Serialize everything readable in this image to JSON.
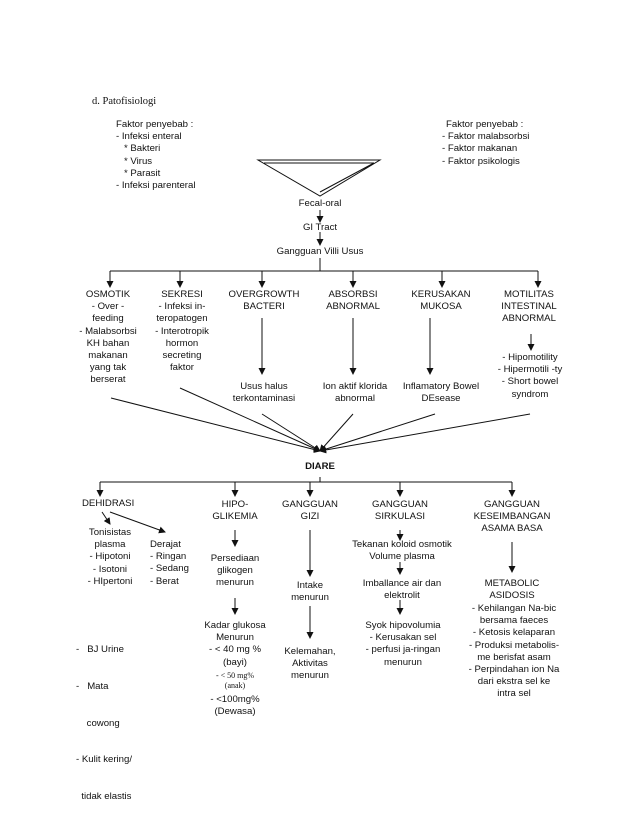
{
  "heading": "d.   Patofisiologi",
  "causes_left": {
    "title": "Faktor penyebab :",
    "lines": [
      "- Infeksi enteral",
      "   * Bakteri",
      "   * Virus",
      "   * Parasit",
      "- Infeksi parenteral"
    ]
  },
  "causes_right": {
    "title": "Faktor penyebab :",
    "lines": [
      "- Faktor malabsorbsi",
      "- Faktor makanan",
      "- Faktor psikologis"
    ]
  },
  "chain": [
    "Fecal-oral",
    "GI Tract",
    "Gangguan Villi Usus"
  ],
  "mechanisms": [
    {
      "title": [
        "OSMOTIK"
      ],
      "desc": [
        "- Over    -",
        "feeding",
        "- Malabsorbsi",
        "KH bahan",
        "makanan",
        "yang tak",
        "berserat"
      ]
    },
    {
      "title": [
        "SEKRESI"
      ],
      "desc": [
        "- Infeksi in-",
        "teropatogen",
        "- Interotropik",
        "hormon",
        "secreting",
        "faktor"
      ]
    },
    {
      "title": [
        "OVERGROWTH",
        "BACTERI"
      ],
      "desc": [
        "Usus halus",
        "terkontaminasi"
      ]
    },
    {
      "title": [
        "ABSORBSI",
        "ABNORMAL"
      ],
      "desc": [
        "Ion aktif klorida",
        "abnormal"
      ]
    },
    {
      "title": [
        "KERUSAKAN",
        "MUKOSA"
      ],
      "desc": [
        "Inflamatory Bowel",
        "DEsease"
      ]
    },
    {
      "title": [
        "MOTILITAS",
        "INTESTINAL",
        "ABNORMAL"
      ],
      "desc": [
        "- Hipomotility",
        "- Hipermotili -ty",
        "- Short bowel",
        "syndrom"
      ]
    }
  ],
  "center": "DIARE",
  "effects": {
    "dehidrasi": {
      "title": "DEHIDRASI",
      "tonisitas": [
        "Tonisistas",
        "plasma",
        "- Hipotoni",
        "- Isotoni",
        "- HIpertoni"
      ],
      "derajat": [
        "Derajat",
        "- Ringan",
        "- Sedang",
        "- Berat"
      ],
      "signs": [
        "-   BJ Urine",
        "-   Mata",
        "    cowong",
        "- Kulit kering/",
        "  tidak elastis"
      ]
    },
    "hipoglikemia": {
      "title": [
        "HIPO-",
        "GLIKEMIA"
      ],
      "step1": [
        "Persediaan",
        "glikogen",
        "menurun"
      ],
      "step2a": [
        "Kadar glukosa",
        "Menurun",
        "- < 40 mg %",
        "(bayi)"
      ],
      "step2b": [
        "- < 50 mg%",
        "(anak)"
      ],
      "step2c": [
        "- <100mg%",
        "(Dewasa)"
      ]
    },
    "gizi": {
      "title": [
        "GANGGUAN",
        "GIZI"
      ],
      "step1": [
        "Intake",
        "menurun"
      ],
      "step2": [
        "Kelemahan,",
        "Aktivitas",
        "menurun"
      ]
    },
    "sirkulasi": {
      "title": [
        "GANGGUAN",
        "SIRKULASI"
      ],
      "step1": [
        "Tekanan koloid osmotik",
        "Volume plasma"
      ],
      "step2": [
        "Imballance air dan",
        "elektrolit"
      ],
      "step3": [
        "Syok hipovolumia",
        "-  Kerusakan sel",
        "- perfusi   ja-ringan",
        "menurun"
      ]
    },
    "asam_basa": {
      "title": [
        "GANGGUAN",
        "KESEIMBANGAN",
        "ASAMA BASA"
      ],
      "step1": [
        "METABOLIC",
        "ASIDOSIS"
      ],
      "step2": [
        "- Kehilangan  Na-bic",
        "bersama faeces",
        "-  Ketosis kelaparan",
        "- Produksi metabolis-",
        "me berisfat asam",
        "- Perpindahan ion Na",
        "dari ekstra sel ke",
        "intra sel"
      ]
    }
  }
}
